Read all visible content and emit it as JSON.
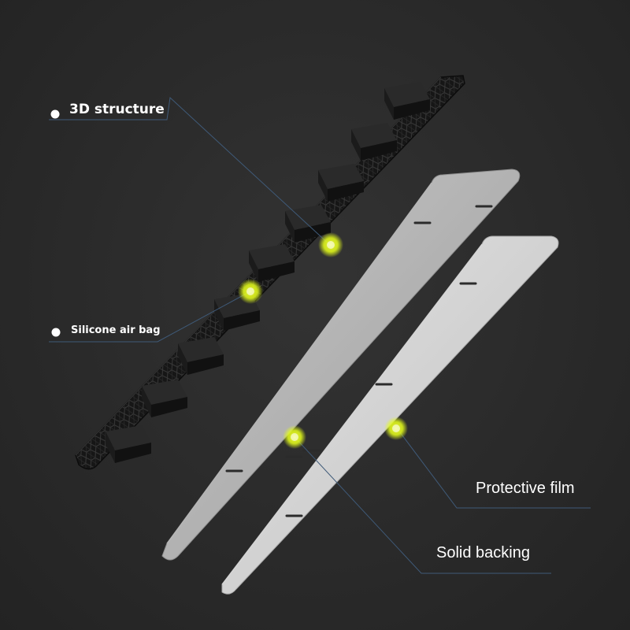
{
  "callouts": {
    "structure_label": "3D structure",
    "airbag_label": "Silicone air bag",
    "film_label": "Protective film",
    "backing_label": "Solid backing"
  },
  "colors": {
    "background": "#2b2b2b",
    "marker": "#e6ff1a",
    "leader_line": "#3f5a78",
    "bullet": "#ffffff"
  }
}
